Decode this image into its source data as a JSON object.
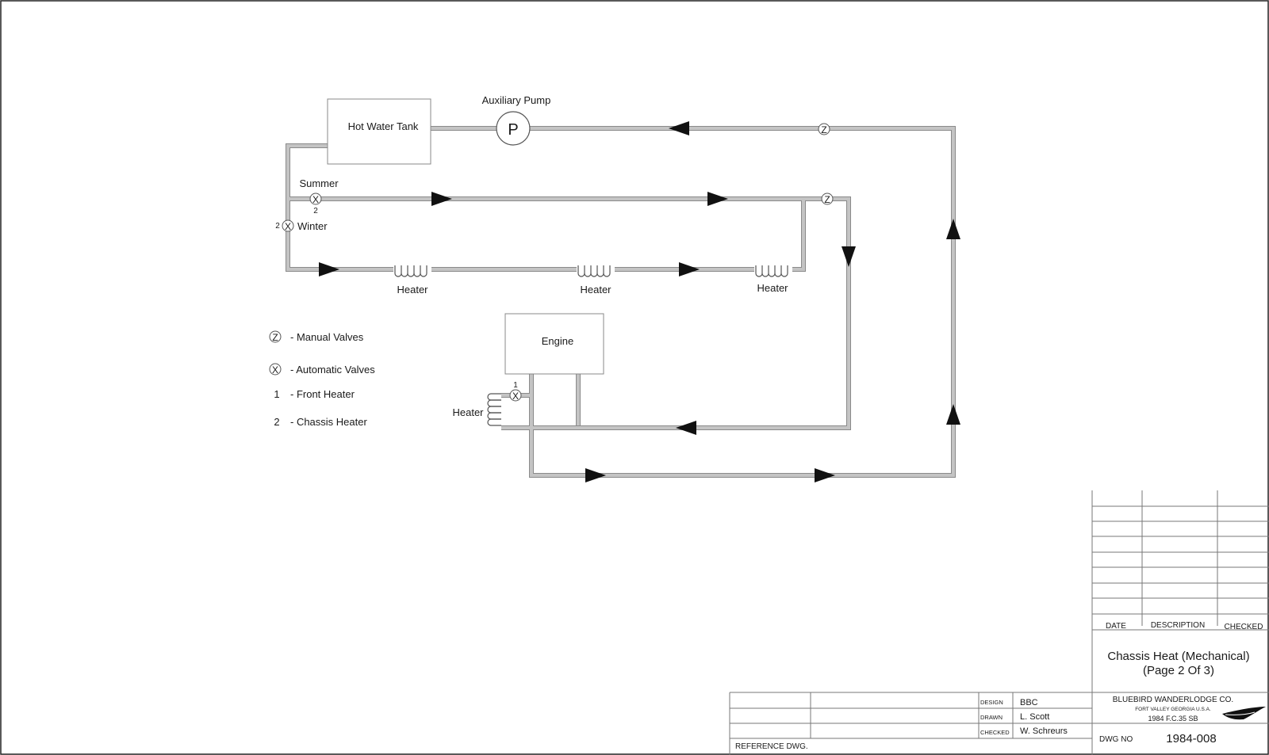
{
  "components": {
    "hot_water_tank": "Hot Water Tank",
    "auxiliary_pump": "Auxiliary Pump",
    "pump_symbol": "P",
    "engine": "Engine"
  },
  "labels": {
    "summer": "Summer",
    "winter": "Winter",
    "summer_valve_num": "2",
    "winter_valve_num": "2",
    "engine_valve_num": "1",
    "heater": "Heater"
  },
  "legend": [
    {
      "symbol": "Z",
      "text": "- Manual Valves"
    },
    {
      "symbol": "X",
      "text": "- Automatic Valves"
    },
    {
      "symbol": "1",
      "text": "- Front Heater"
    },
    {
      "symbol": "2",
      "text": "- Chassis Heater"
    }
  ],
  "valve_symbols": {
    "manual": "Z",
    "automatic": "X"
  },
  "title_block": {
    "revision_headers": [
      "DATE",
      "DESCRIPTION",
      "CHECKED"
    ],
    "title_line1": "Chassis Heat (Mechanical)",
    "title_line2": "(Page 2 Of 3)",
    "company": "BLUEBIRD WANDERLODGE CO.",
    "location": "FORT VALLEY GEORGIA U.S.A.",
    "model": "1984 F.C.35 SB",
    "dwg_no_label": "DWG NO",
    "dwg_no": "1984-008",
    "design_label": "DESIGN",
    "design_value": "BBC",
    "drawn_label": "DRAWN",
    "drawn_value": "L. Scott",
    "checked_label": "CHECKED",
    "checked_value": "W. Schreurs",
    "reference_label": "REFERENCE DWG."
  },
  "colors": {
    "pipe": "#bdbdbd",
    "pipe_edge": "#8a8a8a",
    "ink": "#1a1a1a"
  }
}
